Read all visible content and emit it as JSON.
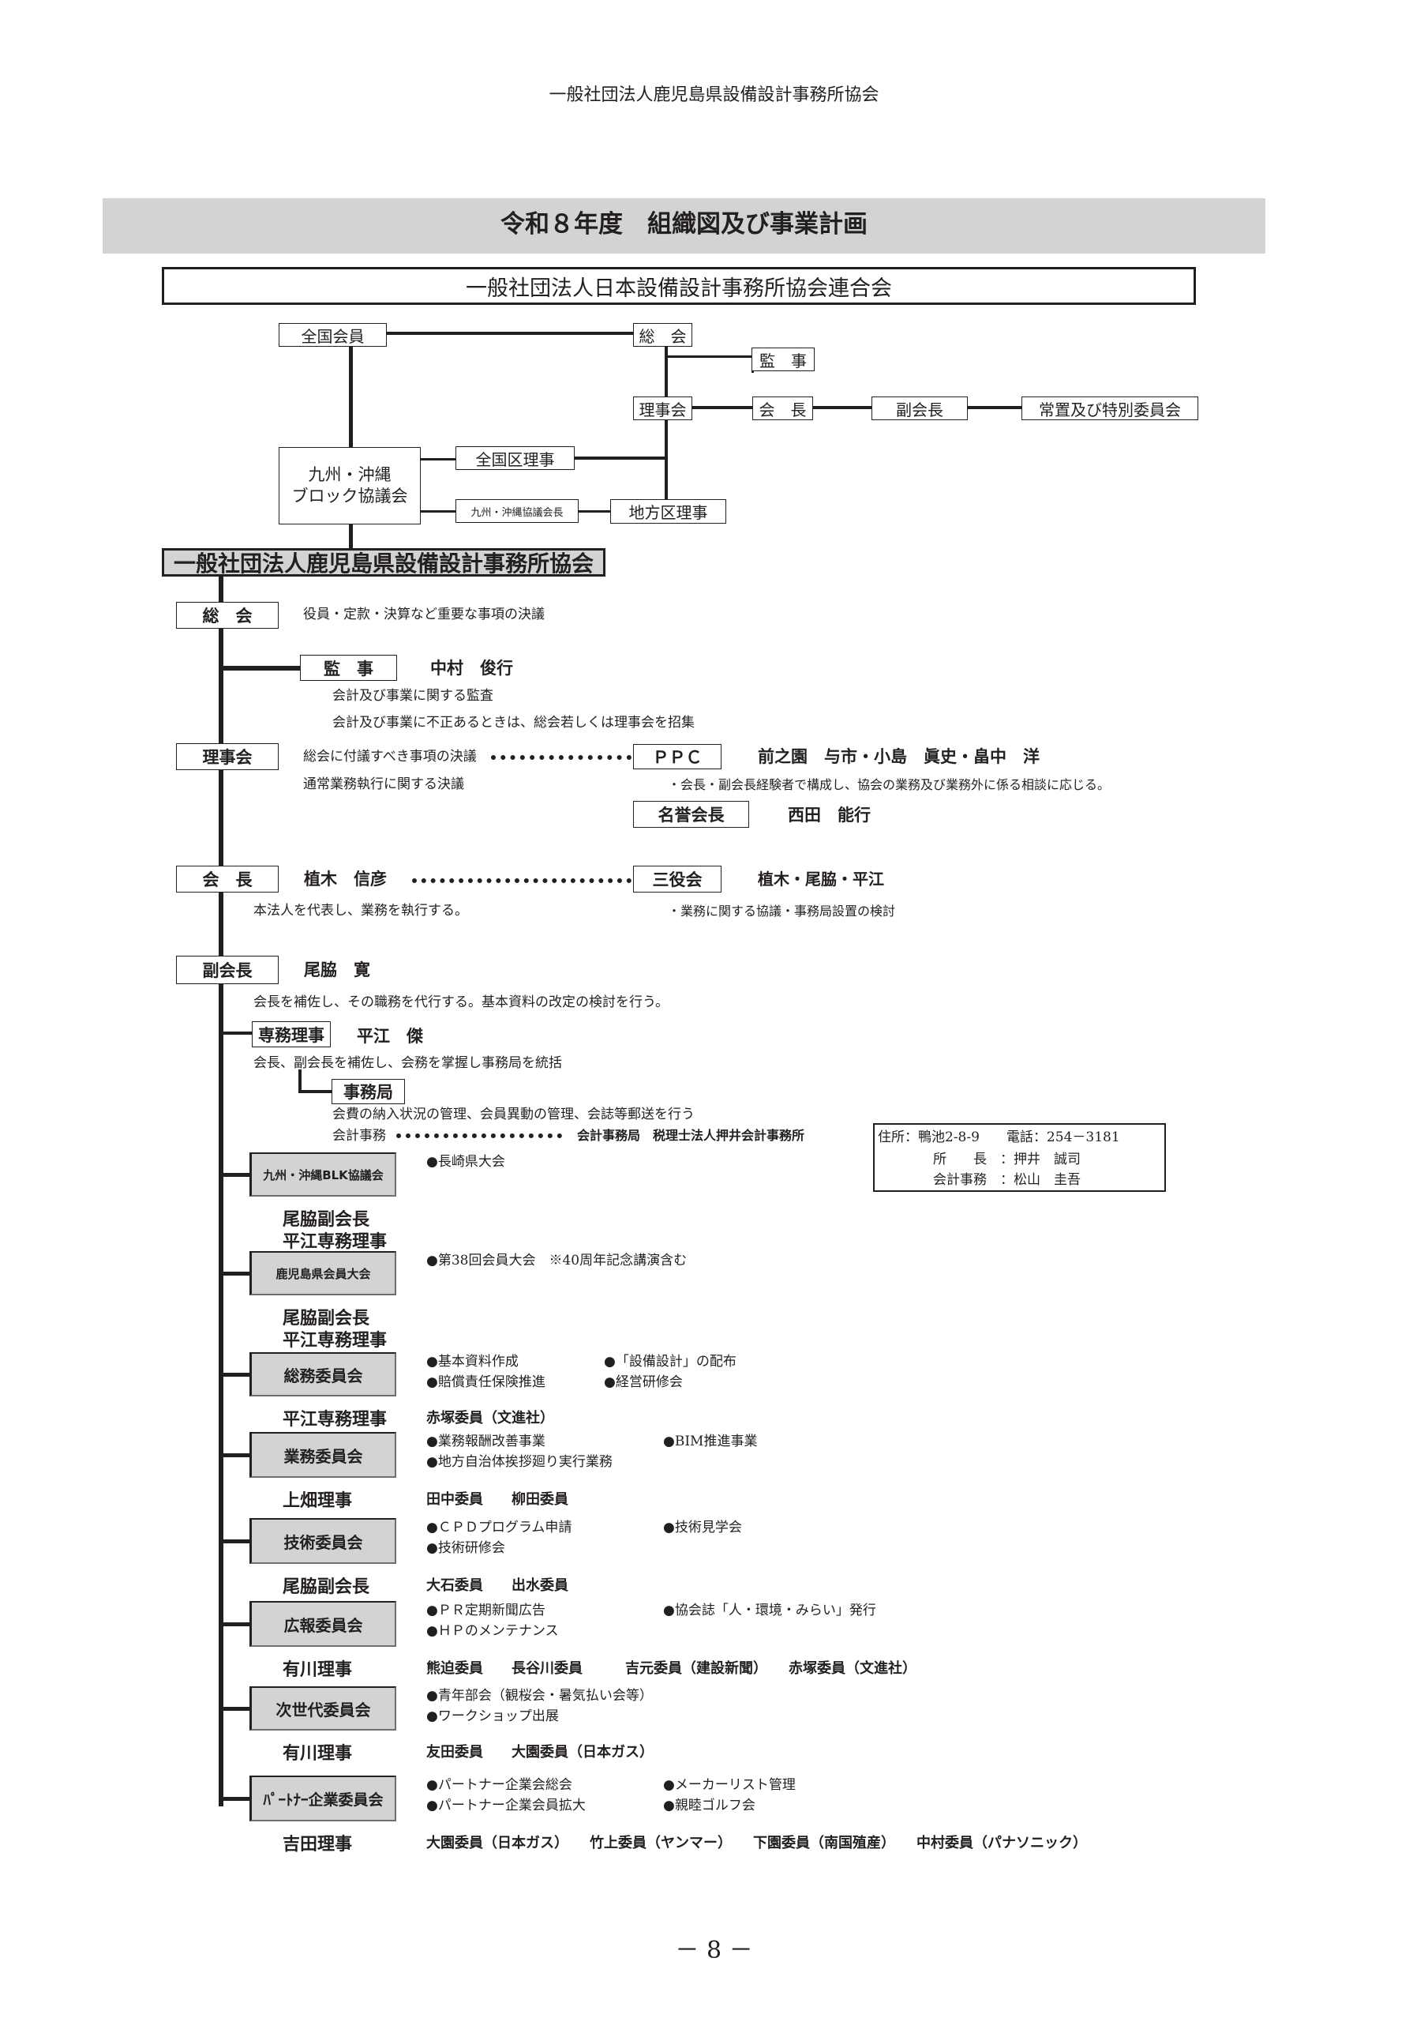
{
  "header": {
    "org_title": "一般社団法人鹿児島県設備設計事務所協会"
  },
  "banner": {
    "title": "令和８年度　組織図及び事業計画"
  },
  "national": {
    "federation": "一般社団法人日本設備設計事務所協会連合会",
    "members": "全国会員",
    "general_meeting": "総　会",
    "auditor": "監　事",
    "board": "理事会",
    "president": "会　長",
    "vice_president": "副会長",
    "committees": "常置及び特別委員会",
    "block_council": "九州・沖縄\nブロック協議会",
    "national_directors": "全国区理事",
    "block_chair": "九州・沖縄協議会長",
    "regional_directors": "地方区理事"
  },
  "local": {
    "name": "一般社団法人鹿児島県設備設計事務所協会",
    "general_meeting": {
      "label": "総　会",
      "desc": "役員・定款・決算など重要な事項の決議"
    },
    "auditor": {
      "label": "監　事",
      "name": "中村　俊行",
      "desc1": "会計及び事業に関する監査",
      "desc2": "会計及び事業に不正あるときは、総会若しくは理事会を招集"
    },
    "board": {
      "label": "理事会",
      "desc1": "総会に付議すべき事項の決議",
      "desc2": "通常業務執行に関する決議"
    },
    "ppc": {
      "label": "ＰＰＣ",
      "members": "前之園　与市・小島　眞史・畠中　洋",
      "desc": "・会長・副会長経験者で構成し、協会の業務及び業務外に係る相談に応じる。"
    },
    "honorary": {
      "label": "名誉会長",
      "name": "西田　能行"
    },
    "president": {
      "label": "会　長",
      "name": "植木　信彦",
      "desc": "本法人を代表し、業務を執行する。"
    },
    "three_officers": {
      "label": "三役会",
      "members": "植木・尾脇・平江",
      "desc": "・業務に関する協議・事務局設置の検討"
    },
    "vice_president": {
      "label": "副会長",
      "name": "尾脇　寛",
      "desc": "会長を補佐し、その職務を代行する。基本資料の改定の検討を行う。"
    },
    "executive_director": {
      "label": "専務理事",
      "name": "平江　傑",
      "desc": "会長、副会長を補佐し、会務を掌握し事務局を統括"
    },
    "secretariat": {
      "label": "事務局",
      "desc": "会費の納入状況の管理、会員異動の管理、会誌等郵送を行う",
      "accounting_label": "会計事務",
      "accounting_office": "会計事務局　税理士法人押井会計事務所"
    },
    "address": {
      "line1": "住所：鴨池2-8-9　　電話：254－3181",
      "line2": "所　　長　：押井　誠司",
      "line3": "会計事務　：松山　圭吾"
    }
  },
  "committees": [
    {
      "name": "九州・沖縄BLK協議会",
      "leader": "尾脇副会長\n平江専務理事",
      "items_left": [
        "●長崎県大会"
      ],
      "items_right": [],
      "members": ""
    },
    {
      "name": "鹿児島県会員大会",
      "leader": "尾脇副会長\n平江専務理事",
      "items_left": [
        "●第38回会員大会　※40周年記念講演含む"
      ],
      "items_right": [],
      "members": ""
    },
    {
      "name": "総務委員会",
      "leader": "平江専務理事",
      "items_left": [
        "●基本資料作成",
        "●賠償責任保険推進"
      ],
      "items_right": [
        "●「設備設計」の配布",
        "●経営研修会"
      ],
      "members": "赤塚委員（文進社）"
    },
    {
      "name": "業務委員会",
      "leader": "上畑理事",
      "items_left": [
        "●業務報酬改善事業",
        "●地方自治体挨拶廻り実行業務"
      ],
      "items_right": [
        "●BIM推進事業"
      ],
      "members": "田中委員　　柳田委員"
    },
    {
      "name": "技術委員会",
      "leader": "尾脇副会長",
      "items_left": [
        "●ＣＰＤプログラム申請",
        "●技術研修会"
      ],
      "items_right": [
        "●技術見学会"
      ],
      "members": "大石委員　　出水委員"
    },
    {
      "name": "広報委員会",
      "leader": "有川理事",
      "items_left": [
        "●ＰＲ定期新聞広告",
        "●ＨＰのメンテナンス"
      ],
      "items_right": [
        "●協会誌「人・環境・みらい」発行"
      ],
      "members": "熊迫委員　　長谷川委員　　　吉元委員（建設新聞）　　赤塚委員（文進社）"
    },
    {
      "name": "次世代委員会",
      "leader": "有川理事",
      "items_left": [
        "●青年部会（観桜会・暑気払い会等）",
        "●ワークショップ出展"
      ],
      "items_right": [],
      "members": "友田委員　　大園委員（日本ガス）"
    },
    {
      "name": "ﾊﾟｰﾄﾅｰ企業委員会",
      "leader": "吉田理事",
      "items_left": [
        "●パートナー企業会総会",
        "●パートナー企業会員拡大"
      ],
      "items_right": [
        "●メーカーリスト管理",
        "●親睦ゴルフ会"
      ],
      "members": "大園委員（日本ガス）　　竹上委員（ヤンマー）　　下園委員（南国殖産）　　中村委員（パナソニック）"
    }
  ],
  "footer": {
    "page": "－ 8 －"
  }
}
